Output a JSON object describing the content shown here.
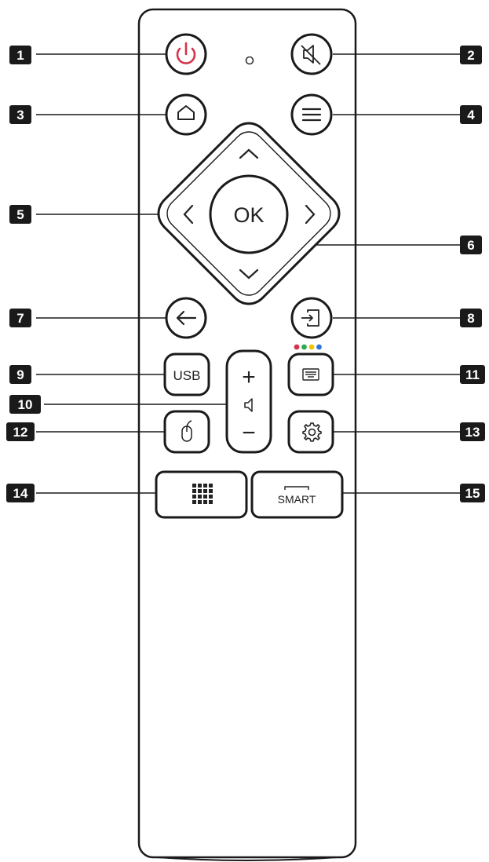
{
  "remote": {
    "buttons": {
      "power": {
        "label": "",
        "icon": "power-icon",
        "color": "#d6334a"
      },
      "mute": {
        "label": "",
        "icon": "mute-icon"
      },
      "home": {
        "label": "",
        "icon": "home-icon"
      },
      "menu": {
        "label": "",
        "icon": "menu-icon"
      },
      "ok": {
        "label": "OK"
      },
      "back": {
        "label": "",
        "icon": "back-arrow-icon"
      },
      "source": {
        "label": "",
        "icon": "input-source-icon"
      },
      "usb": {
        "label": "USB"
      },
      "teletext": {
        "label": "",
        "icon": "teletext-icon",
        "dots": [
          "#d6334a",
          "#2fa84f",
          "#f2c200",
          "#2c74d8"
        ]
      },
      "mouse": {
        "label": "",
        "icon": "mouse-icon"
      },
      "settings": {
        "label": "",
        "icon": "gear-icon"
      },
      "apps": {
        "label": "",
        "icon": "grid-icon"
      },
      "smart": {
        "label": "SMART"
      },
      "volume": {
        "plus": "+",
        "minus": "−",
        "icon": "speaker-icon"
      }
    }
  },
  "callouts": [
    "1",
    "2",
    "3",
    "4",
    "5",
    "6",
    "7",
    "8",
    "9",
    "10",
    "11",
    "12",
    "13",
    "14",
    "15"
  ]
}
